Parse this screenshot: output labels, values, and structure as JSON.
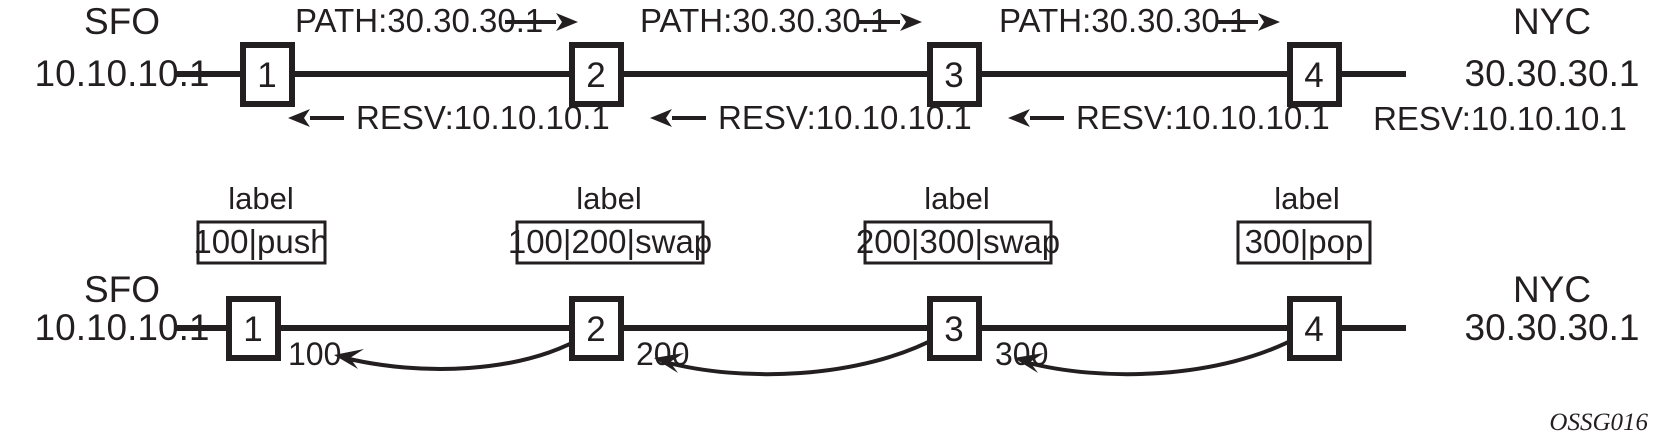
{
  "figure": {
    "code": "OSSG016",
    "background": "#ffffff",
    "ink_color": "#231f20"
  },
  "top_diagram": {
    "name": "rsvp-signaling-row",
    "left_endpoint": {
      "city": "SFO",
      "address": "10.10.10.1"
    },
    "right_endpoint": {
      "city": "NYC",
      "address": "30.30.30.1",
      "resv": "RESV:10.10.10.1"
    },
    "nodes": [
      {
        "id": "node-1",
        "label": "1"
      },
      {
        "id": "node-2",
        "label": "2"
      },
      {
        "id": "node-3",
        "label": "3"
      },
      {
        "id": "node-4",
        "label": "4"
      }
    ],
    "segments": [
      {
        "path_message": "PATH:30.30.30.1",
        "resv_message": "RESV:10.10.10.1"
      },
      {
        "path_message": "PATH:30.30.30.1",
        "resv_message": "RESV:10.10.10.1"
      },
      {
        "path_message": "PATH:30.30.30.1",
        "resv_message": "RESV:10.10.10.1"
      }
    ]
  },
  "bottom_diagram": {
    "name": "label-distribution-row",
    "left_endpoint": {
      "city": "SFO",
      "address": "10.10.10.1"
    },
    "right_endpoint": {
      "city": "NYC",
      "address": "30.30.30.1"
    },
    "label_caption": "label",
    "label_boxes": [
      {
        "for_node": "1",
        "text": "100|push"
      },
      {
        "for_node": "2",
        "text": "100|200|swap"
      },
      {
        "for_node": "3",
        "text": "200|300|swap"
      },
      {
        "for_node": "4",
        "text": "300|pop"
      }
    ],
    "nodes": [
      {
        "id": "node-1",
        "label": "1"
      },
      {
        "id": "node-2",
        "label": "2"
      },
      {
        "id": "node-3",
        "label": "3"
      },
      {
        "id": "node-4",
        "label": "4"
      }
    ],
    "advertised_labels": [
      {
        "value": "100",
        "from_node": "2",
        "to_node": "1"
      },
      {
        "value": "200",
        "from_node": "3",
        "to_node": "2"
      },
      {
        "value": "300",
        "from_node": "4",
        "to_node": "3"
      }
    ]
  }
}
